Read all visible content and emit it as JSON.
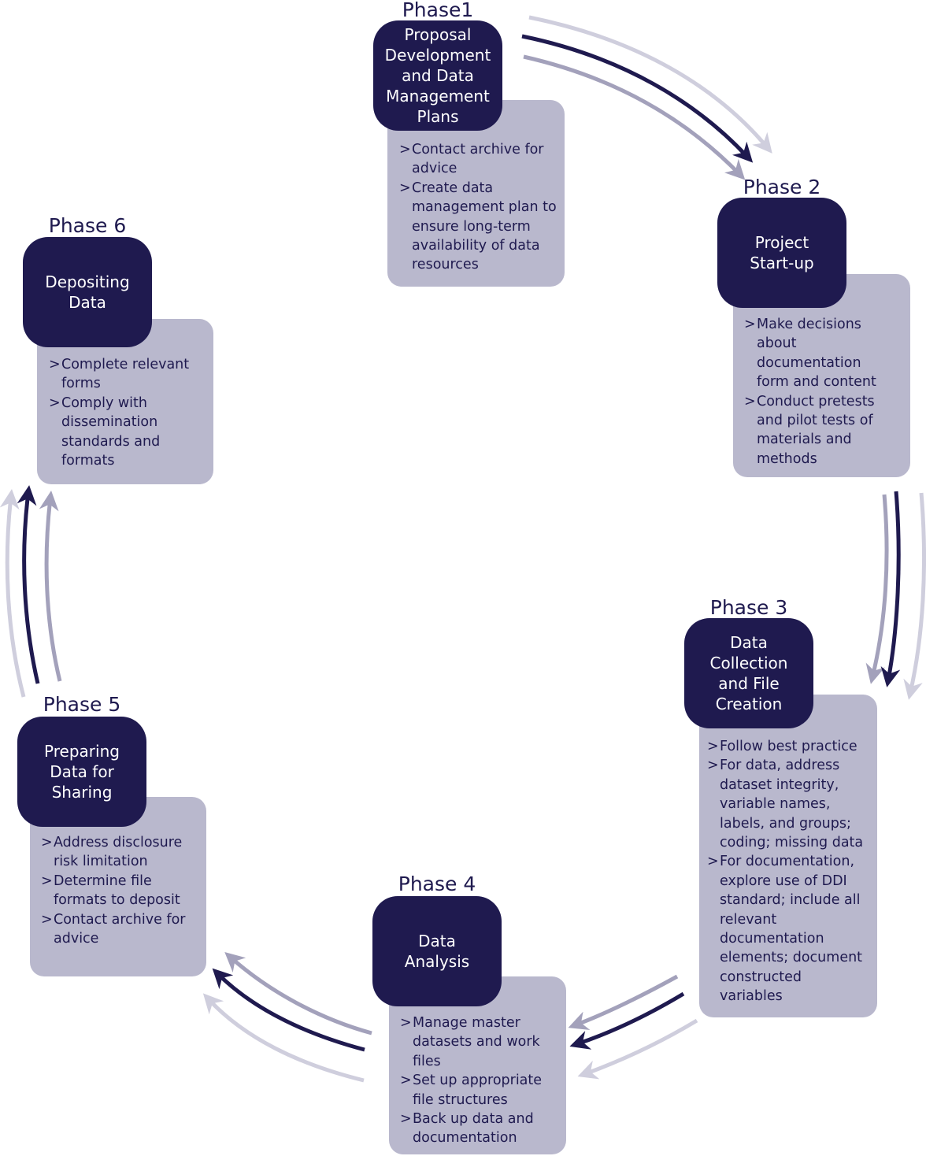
{
  "colors": {
    "dark": "#1f1a4f",
    "mid": "#a3a1bb",
    "light": "#cfcedd",
    "box": "#b9b8cd"
  },
  "phases": [
    {
      "label": "Phase1",
      "title": "Proposal Development and Data Management Plans",
      "items": [
        "Contact archive for advice",
        "Create data management plan to ensure long-term availability of data resources"
      ]
    },
    {
      "label": "Phase 2",
      "title": "Project Start-up",
      "items": [
        "Make decisions about documentation form and content",
        "Conduct pretests and pilot tests of materials and methods"
      ]
    },
    {
      "label": "Phase 3",
      "title": "Data Collection and File Creation",
      "items": [
        "Follow best practice",
        "For data, address dataset integrity, variable names, labels, and groups; coding; missing data",
        "For documentation, explore use of DDI standard; include all relevant documentation elements; document constructed variables"
      ]
    },
    {
      "label": "Phase 4",
      "title": "Data Analysis",
      "items": [
        "Manage master datasets and work files",
        "Set up appropriate file structures",
        "Back up data and documentation"
      ]
    },
    {
      "label": "Phase 5",
      "title": "Preparing Data for Sharing",
      "items": [
        "Address disclosure risk limitation",
        "Determine file formats to deposit",
        "Contact archive for advice"
      ]
    },
    {
      "label": "Phase 6",
      "title": "Depositing Data",
      "items": [
        "Complete relevant forms",
        "Comply with dissemination standards and formats"
      ]
    }
  ]
}
